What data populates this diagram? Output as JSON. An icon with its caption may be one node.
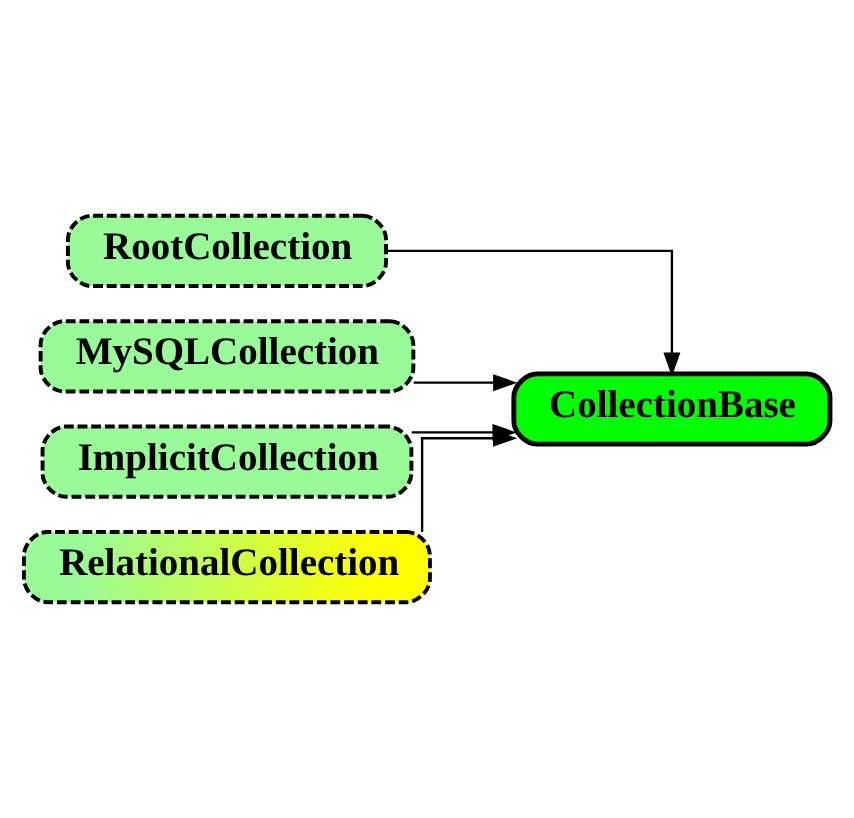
{
  "diagram": {
    "nodes": [
      {
        "text": [
          "RootCollection"
        ]
      },
      {
        "text": [
          "MySQLCollection"
        ]
      },
      {
        "text": [
          "ImplicitCollection"
        ]
      },
      {
        "text": [
          "RelationalCollection"
        ]
      },
      {
        "text": [
          "CollectionBase"
        ]
      }
    ],
    "edges": [
      {
        "from": 0,
        "to": 4,
        "arrow": "to"
      },
      {
        "from": 1,
        "to": 4,
        "arrow": "to"
      },
      {
        "from": 2,
        "to": 4,
        "arrow": "to"
      },
      {
        "from": 3,
        "to": 4,
        "arrow": "to"
      }
    ]
  }
}
